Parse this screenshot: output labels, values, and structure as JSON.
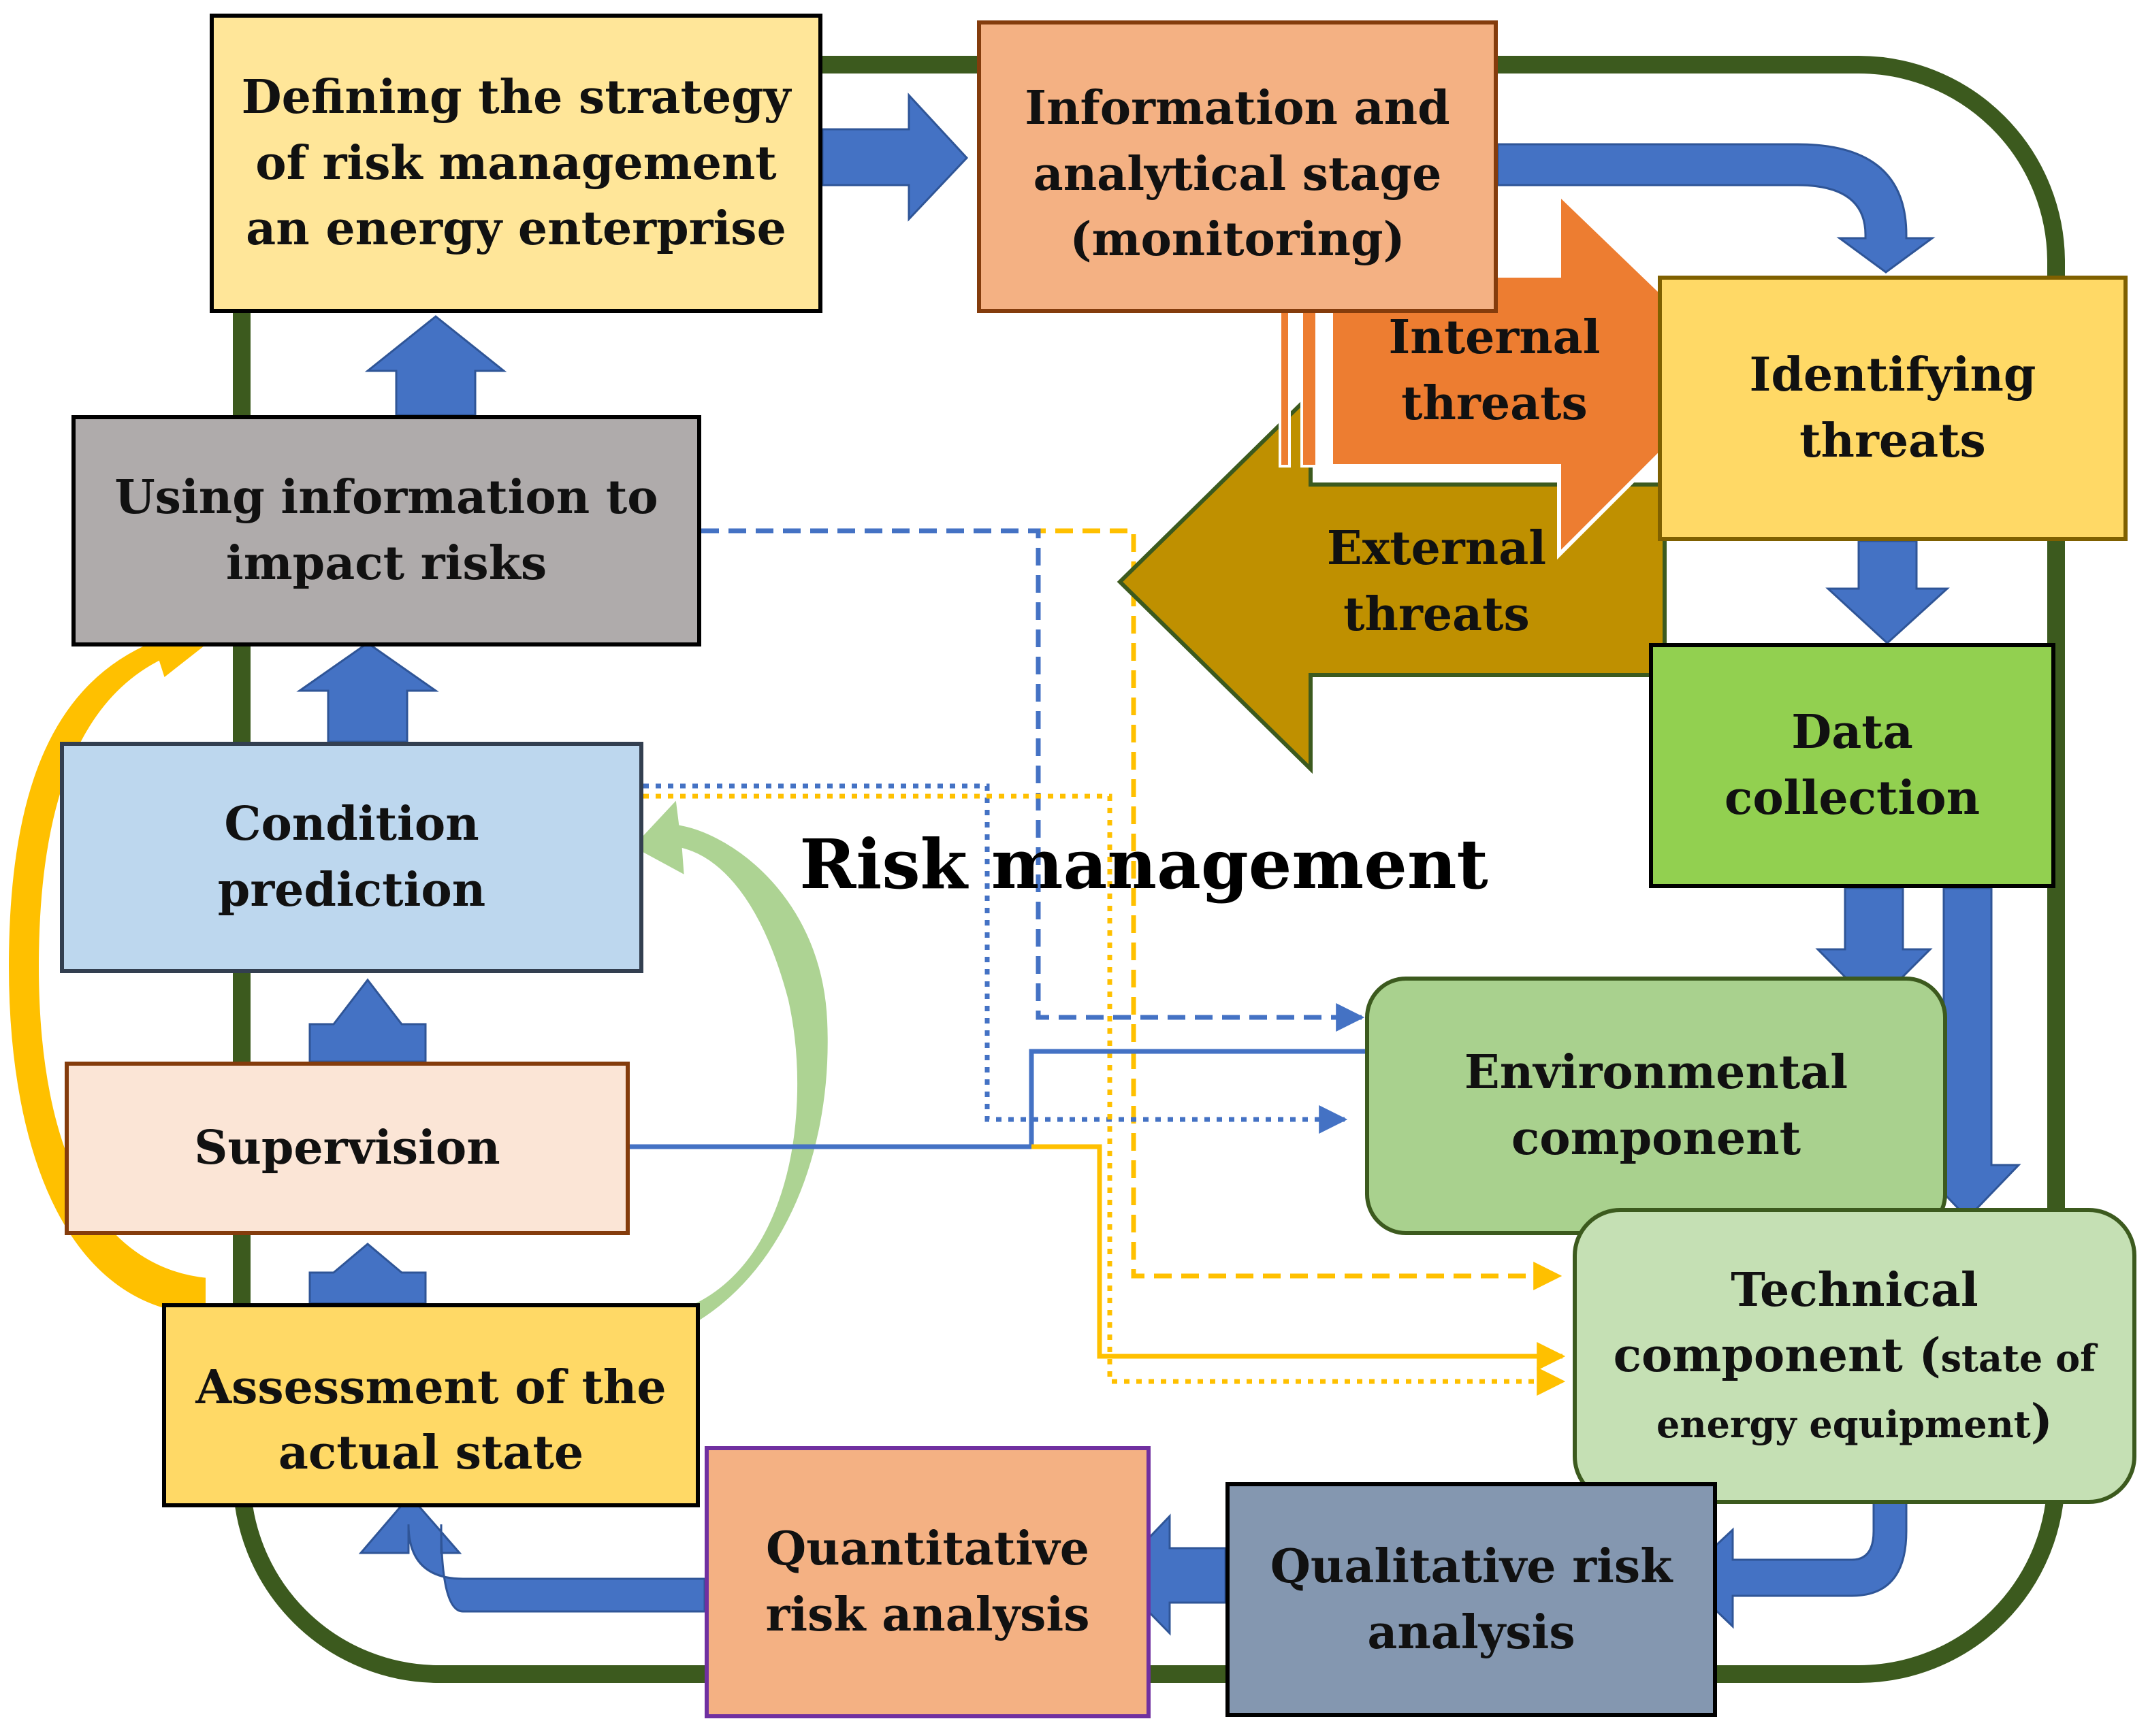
{
  "diagram": {
    "center_title": "Risk management",
    "colors": {
      "loop_border": "#3c5a1e",
      "flow_arrow": "#4472c4",
      "link_blue": "#4472c4",
      "link_yellow": "#ffc000"
    },
    "nodes": {
      "strategy": {
        "lines": [
          "Defining the strategy",
          "of risk management",
          "an energy enterprise"
        ],
        "fill": "#ffe699"
      },
      "info_stage": {
        "lines": [
          "Information and",
          "analytical stage",
          "(monitoring)"
        ],
        "fill": "#f4b183"
      },
      "identifying_threats": {
        "lines": [
          "Identifying",
          "threats"
        ],
        "fill": "#ffd966"
      },
      "using_information": {
        "lines": [
          "Using information to",
          "impact risks"
        ],
        "fill": "#afabab"
      },
      "condition_prediction": {
        "lines": [
          "Condition",
          "prediction"
        ],
        "fill": "#bdd7ee"
      },
      "supervision": {
        "lines": [
          "Supervision"
        ],
        "fill": "#fbe5d6"
      },
      "assessment": {
        "lines": [
          "Assessment of the",
          "actual state"
        ],
        "fill": "#ffd966"
      },
      "data_collection": {
        "lines": [
          "Data",
          "collection"
        ],
        "fill": "#92d050"
      },
      "environmental": {
        "lines": [
          "Environmental",
          "component"
        ],
        "fill": "#a9d18e"
      },
      "technical": {
        "line1": "Technical",
        "line2_main": "component (",
        "line2_small": "state of",
        "line3": "energy equipment",
        "line3_close": ")",
        "fill": "#c5e0b4"
      },
      "qualitative": {
        "lines": [
          "Qualitative risk",
          "analysis"
        ],
        "fill": "#8497b0"
      },
      "quantitative": {
        "lines": [
          "Quantitative",
          "risk analysis"
        ],
        "fill": "#f4b183"
      }
    },
    "arrows": {
      "internal_threats": {
        "lines": [
          "Internal",
          "threats"
        ],
        "fill": "#ed7d31"
      },
      "external_threats": {
        "lines": [
          "External",
          "threats"
        ],
        "fill": "#bf9000"
      }
    }
  }
}
